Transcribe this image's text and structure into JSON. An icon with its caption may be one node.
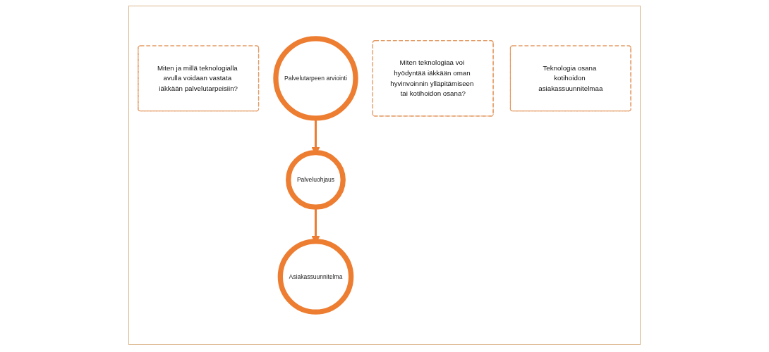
{
  "diagram": {
    "nodes": [
      {
        "text": [
          "Miten ja millä teknologialla avulla voidaan vastata iäkkään palvelutarpeisiin?"
        ]
      },
      {
        "text": [
          "Palvelutarpeen arviointi"
        ]
      },
      {
        "text": [
          "Palveluohjaus"
        ]
      },
      {
        "text": [
          "Miten teknologiaa voi hyödyntää iäkkään oman hyvinvoinnin ylläpitämiseen tai kotihoidon osana?"
        ]
      },
      {
        "text": [
          "Teknologia osana kotihoidon asiakassuunnitelmaa"
        ]
      },
      {
        "text": [
          "Asiakassuunnitelma"
        ]
      }
    ],
    "edges": [
      {
        "from": 1,
        "to": 2,
        "arrow": "to"
      },
      {
        "from": 2,
        "to": 5,
        "arrow": "to"
      }
    ]
  }
}
